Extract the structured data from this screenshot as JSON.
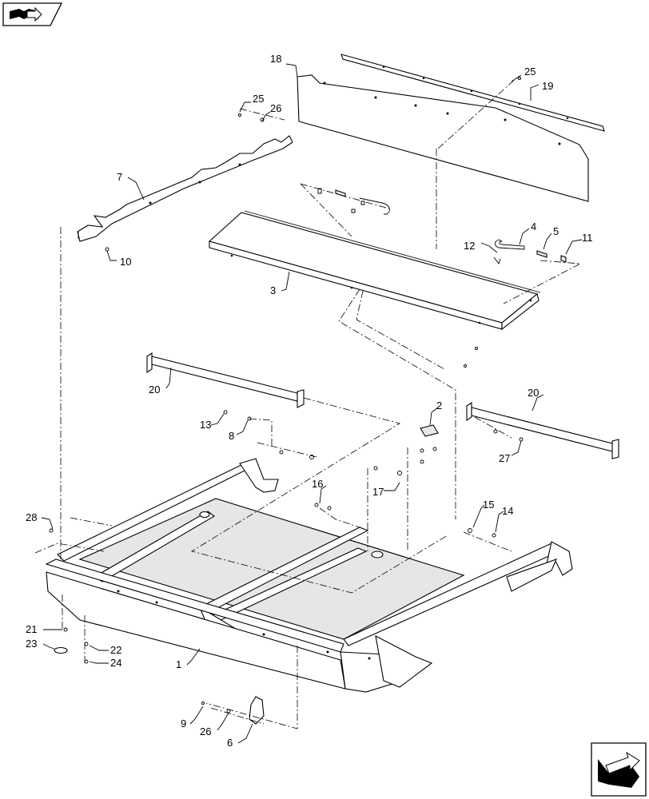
{
  "callouts": [
    {
      "id": "c1",
      "text": "1"
    },
    {
      "id": "c2",
      "text": "2"
    },
    {
      "id": "c3",
      "text": "3"
    },
    {
      "id": "c4",
      "text": "4"
    },
    {
      "id": "c5",
      "text": "5"
    },
    {
      "id": "c6",
      "text": "6"
    },
    {
      "id": "c7",
      "text": "7"
    },
    {
      "id": "c8",
      "text": "8"
    },
    {
      "id": "c9",
      "text": "9"
    },
    {
      "id": "c10",
      "text": "10"
    },
    {
      "id": "c11",
      "text": "11"
    },
    {
      "id": "c12",
      "text": "12"
    },
    {
      "id": "c13",
      "text": "13"
    },
    {
      "id": "c14",
      "text": "14"
    },
    {
      "id": "c15",
      "text": "15"
    },
    {
      "id": "c16",
      "text": "16"
    },
    {
      "id": "c17",
      "text": "17"
    },
    {
      "id": "c18",
      "text": "18"
    },
    {
      "id": "c19",
      "text": "19"
    },
    {
      "id": "c20a",
      "text": "20"
    },
    {
      "id": "c20b",
      "text": "20"
    },
    {
      "id": "c21",
      "text": "21"
    },
    {
      "id": "c22",
      "text": "22"
    },
    {
      "id": "c23",
      "text": "23"
    },
    {
      "id": "c24",
      "text": "24"
    },
    {
      "id": "c25a",
      "text": "25"
    },
    {
      "id": "c25b",
      "text": "25"
    },
    {
      "id": "c26a",
      "text": "26"
    },
    {
      "id": "c26b",
      "text": "26"
    },
    {
      "id": "c27",
      "text": "27"
    },
    {
      "id": "c28",
      "text": "28"
    }
  ],
  "icons": {
    "top_left": "book-arrow-icon",
    "bottom_right": "next-page-arrow-icon"
  }
}
